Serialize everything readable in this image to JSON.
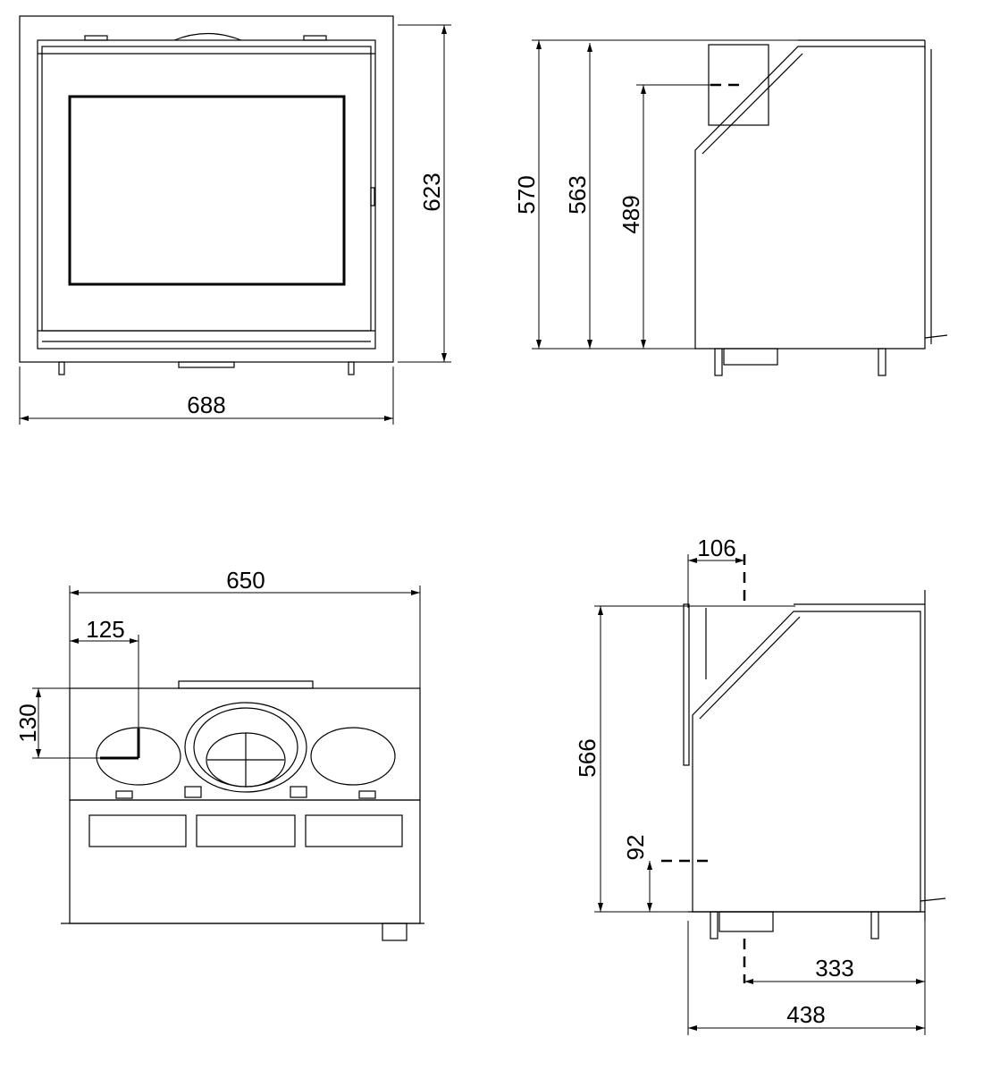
{
  "views": {
    "front": {
      "width_label": "688",
      "height_label": "623"
    },
    "side": {
      "height_total_label": "570",
      "height_body_label": "563",
      "height_outlet_label": "489"
    },
    "top": {
      "width_label": "650",
      "outlet_offset_label": "125",
      "outlet_depth_label": "130"
    },
    "side_section": {
      "outlet_offset_label": "106",
      "height_label": "566",
      "inlet_height_label": "92",
      "inlet_depth_label": "333",
      "depth_label": "438"
    }
  }
}
